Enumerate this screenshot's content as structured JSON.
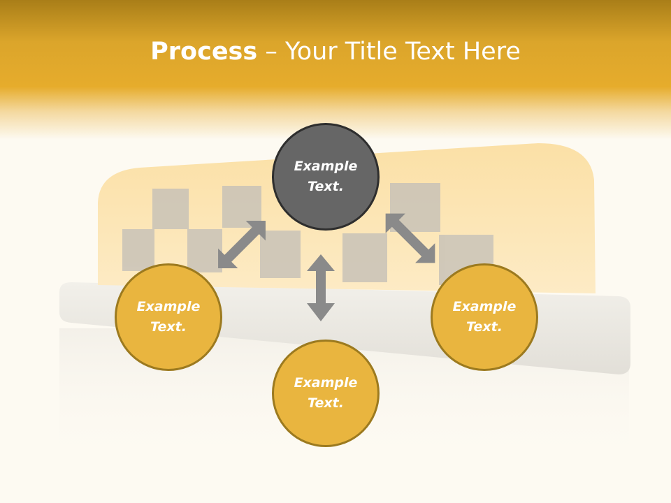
{
  "title": {
    "bold": "Process",
    "rest": " – Your Title Text Here"
  },
  "nodes": {
    "top": {
      "line1": "Example",
      "line2": "Text."
    },
    "left": {
      "line1": "Example",
      "line2": "Text."
    },
    "right": {
      "line1": "Example",
      "line2": "Text."
    },
    "bottom": {
      "line1": "Example",
      "line2": "Text."
    }
  },
  "colors": {
    "gold": "#e9b53f",
    "gold_border": "#9c7a1f",
    "dark": "#666666",
    "arrow": "#8a8a8a",
    "header": "#e6ac2c"
  }
}
